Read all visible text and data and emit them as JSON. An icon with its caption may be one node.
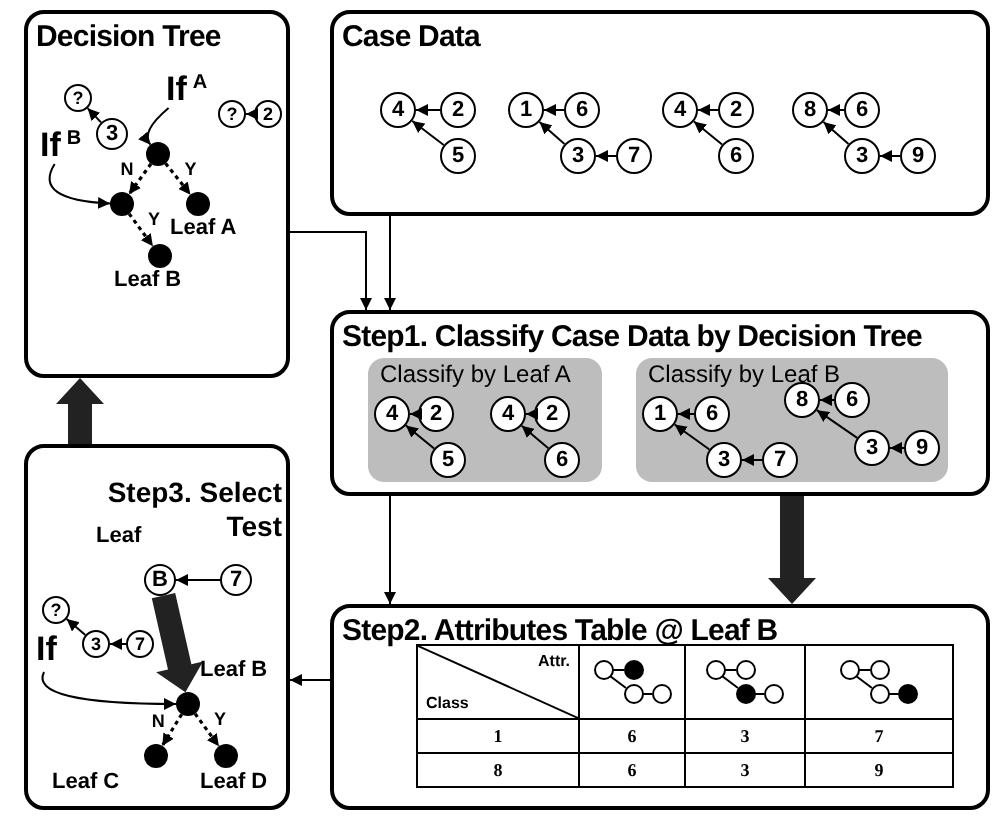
{
  "diagram": {
    "nodes": [
      {
        "text": [
          "Decision Tree"
        ]
      },
      {
        "text": [
          "?"
        ],
        "in": 0
      },
      {
        "text": [
          "3"
        ],
        "in": 0
      },
      {
        "text": [
          "If",
          "A"
        ],
        "in": 0
      },
      {
        "text": [
          "?"
        ],
        "in": 0
      },
      {
        "text": [
          "2"
        ],
        "in": 0
      },
      {
        "text": [
          "If",
          "B"
        ],
        "in": 0
      },
      {
        "text": [],
        "shape": "circle",
        "in": 0
      },
      {
        "text": [],
        "shape": "circle",
        "in": 0
      },
      {
        "text": [],
        "shape": "circle",
        "in": 0,
        "beside": [
          "Leaf A"
        ]
      },
      {
        "text": [],
        "shape": "circle",
        "in": 0,
        "beside": [
          "Leaf B"
        ]
      },
      {
        "text": [
          "Case Data"
        ]
      },
      {
        "text": [
          "4"
        ],
        "in": 11
      },
      {
        "text": [
          "2"
        ],
        "in": 11
      },
      {
        "text": [
          "5"
        ],
        "in": 11
      },
      {
        "text": [
          "1"
        ],
        "in": 11
      },
      {
        "text": [
          "6"
        ],
        "in": 11
      },
      {
        "text": [
          "3"
        ],
        "in": 11
      },
      {
        "text": [
          "7"
        ],
        "in": 11
      },
      {
        "text": [
          "4"
        ],
        "in": 11
      },
      {
        "text": [
          "2"
        ],
        "in": 11
      },
      {
        "text": [
          "6"
        ],
        "in": 11
      },
      {
        "text": [
          "8"
        ],
        "in": 11
      },
      {
        "text": [
          "6"
        ],
        "in": 11
      },
      {
        "text": [
          "3"
        ],
        "in": 11
      },
      {
        "text": [
          "9"
        ],
        "in": 11
      },
      {
        "text": [
          "Step1. Classify Case Data by Decision Tree"
        ]
      },
      {
        "text": [
          "Classify by Leaf A"
        ],
        "in": 26
      },
      {
        "text": [
          "4"
        ],
        "in": 27
      },
      {
        "text": [
          "2"
        ],
        "in": 27
      },
      {
        "text": [
          "5"
        ],
        "in": 27
      },
      {
        "text": [
          "4"
        ],
        "in": 27
      },
      {
        "text": [
          "2"
        ],
        "in": 27
      },
      {
        "text": [
          "6"
        ],
        "in": 27
      },
      {
        "text": [
          "Classify by Leaf B"
        ],
        "in": 26
      },
      {
        "text": [
          "1"
        ],
        "in": 34
      },
      {
        "text": [
          "6"
        ],
        "in": 34
      },
      {
        "text": [
          "3"
        ],
        "in": 34
      },
      {
        "text": [
          "7"
        ],
        "in": 34
      },
      {
        "text": [
          "8"
        ],
        "in": 34
      },
      {
        "text": [
          "6"
        ],
        "in": 34
      },
      {
        "text": [
          "3"
        ],
        "in": 34
      },
      {
        "text": [
          "9"
        ],
        "in": 34
      },
      {
        "text": [
          "Step3. Select Test"
        ]
      },
      {
        "text": [
          "B"
        ],
        "in": 43,
        "beside": [
          "Leaf"
        ]
      },
      {
        "text": [
          "7"
        ],
        "in": 43
      },
      {
        "text": [
          "?"
        ],
        "in": 43
      },
      {
        "text": [
          "3"
        ],
        "in": 43
      },
      {
        "text": [
          "7"
        ],
        "in": 43
      },
      {
        "text": [
          "If"
        ],
        "in": 43
      },
      {
        "text": [],
        "shape": "circle",
        "in": 43,
        "beside": [
          "Leaf B"
        ]
      },
      {
        "text": [],
        "shape": "circle",
        "in": 43,
        "beside": [
          "Leaf C"
        ]
      },
      {
        "text": [],
        "shape": "circle",
        "in": 43,
        "beside": [
          "Leaf D"
        ]
      },
      {
        "text": [
          "Step2. Attributes Table @ Leaf B"
        ]
      }
    ],
    "edges": [
      {
        "from": 2,
        "to": 1,
        "arrow": "to"
      },
      {
        "from": 5,
        "to": 4,
        "arrow": "to"
      },
      {
        "from": 3,
        "to": 7,
        "arrow": "to"
      },
      {
        "from": 6,
        "to": 8,
        "arrow": "to"
      },
      {
        "from": 7,
        "to": 8,
        "arrow": "to",
        "style": "dashed",
        "label": "N"
      },
      {
        "from": 7,
        "to": 9,
        "arrow": "to",
        "style": "dashed",
        "label": "Y"
      },
      {
        "from": 8,
        "to": 10,
        "arrow": "to",
        "style": "dashed",
        "label": "Y"
      },
      {
        "from": 13,
        "to": 12,
        "arrow": "to"
      },
      {
        "from": 14,
        "to": 12,
        "arrow": "to"
      },
      {
        "from": 16,
        "to": 15,
        "arrow": "to"
      },
      {
        "from": 17,
        "to": 15,
        "arrow": "to"
      },
      {
        "from": 18,
        "to": 17,
        "arrow": "to"
      },
      {
        "from": 20,
        "to": 19,
        "arrow": "to"
      },
      {
        "from": 21,
        "to": 19,
        "arrow": "to"
      },
      {
        "from": 23,
        "to": 22,
        "arrow": "to"
      },
      {
        "from": 24,
        "to": 22,
        "arrow": "to"
      },
      {
        "from": 25,
        "to": 24,
        "arrow": "to"
      },
      {
        "from": 29,
        "to": 28,
        "arrow": "to"
      },
      {
        "from": 30,
        "to": 28,
        "arrow": "to"
      },
      {
        "from": 32,
        "to": 31,
        "arrow": "to"
      },
      {
        "from": 33,
        "to": 31,
        "arrow": "to"
      },
      {
        "from": 36,
        "to": 35,
        "arrow": "to"
      },
      {
        "from": 37,
        "to": 35,
        "arrow": "to"
      },
      {
        "from": 38,
        "to": 37,
        "arrow": "to"
      },
      {
        "from": 40,
        "to": 39,
        "arrow": "to"
      },
      {
        "from": 41,
        "to": 39,
        "arrow": "to"
      },
      {
        "from": 42,
        "to": 41,
        "arrow": "to"
      },
      {
        "from": 0,
        "to": 26,
        "arrow": "to"
      },
      {
        "from": 11,
        "to": 26,
        "arrow": "to"
      },
      {
        "from": 26,
        "to": 53,
        "arrow": "to"
      },
      {
        "from": 26,
        "to": 53,
        "arrow": "to",
        "style": "thick"
      },
      {
        "from": 53,
        "to": 43,
        "arrow": "to"
      },
      {
        "from": 43,
        "to": 0,
        "arrow": "to",
        "style": "thick"
      },
      {
        "from": 45,
        "to": 44,
        "arrow": "to"
      },
      {
        "from": 47,
        "to": 46,
        "arrow": "to"
      },
      {
        "from": 48,
        "to": 47,
        "arrow": "to"
      },
      {
        "from": 49,
        "to": 50,
        "arrow": "to"
      },
      {
        "from": 44,
        "to": 50,
        "arrow": "to",
        "style": "thick"
      },
      {
        "from": 50,
        "to": 51,
        "arrow": "to",
        "style": "dashed",
        "label": "N"
      },
      {
        "from": 50,
        "to": 52,
        "arrow": "to",
        "style": "dashed",
        "label": "Y"
      }
    ],
    "labels": [
      "Attr.",
      "Class",
      "1",
      "6",
      "3",
      "7",
      "8",
      "6",
      "3",
      "9"
    ]
  }
}
